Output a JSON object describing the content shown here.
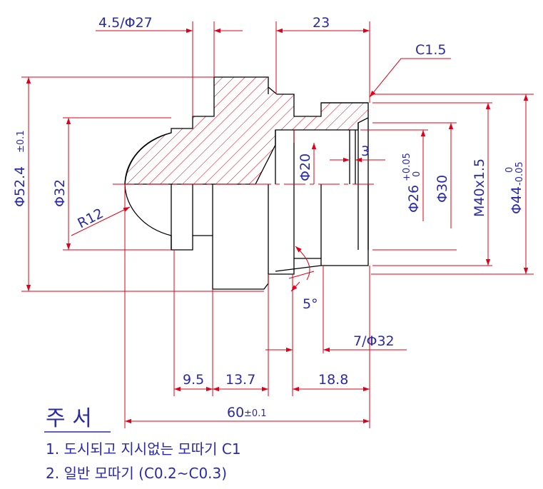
{
  "dimensions": {
    "groove_width": "4.5/Φ27",
    "thread_length": "23",
    "chamfer_end": "C1.5",
    "dia_outer_flange": "Φ52.4",
    "dia_outer_flange_tol": "±0.1",
    "dia_32_left": "Φ32",
    "radius": "R12",
    "dia_20": "Φ20",
    "dim_3": "3",
    "dia_26": "Φ26",
    "dia_26_tol_upper": "+0.05",
    "dia_26_tol_lower": "0",
    "dia_30": "Φ30",
    "thread_spec": "M40x1.5",
    "dia_44": "Φ44",
    "dia_44_tol_upper": "0",
    "dia_44_tol_lower": "-0.05",
    "angle": "5°",
    "groove_right": "7/Φ32",
    "len_9_5": "9.5",
    "len_13_7": "13.7",
    "len_18_8": "18.8",
    "total_length": "60",
    "total_length_tol": "±0.1"
  },
  "notes": {
    "title": "주 서",
    "line1": "1. 도시되고 지시없는 모따기 C1",
    "line2": "2. 일반 모따기 (C0.2~C0.3)"
  },
  "colors": {
    "dimension": "#2a2aa8",
    "geometry": "#e0001a",
    "outline": "#000000"
  }
}
